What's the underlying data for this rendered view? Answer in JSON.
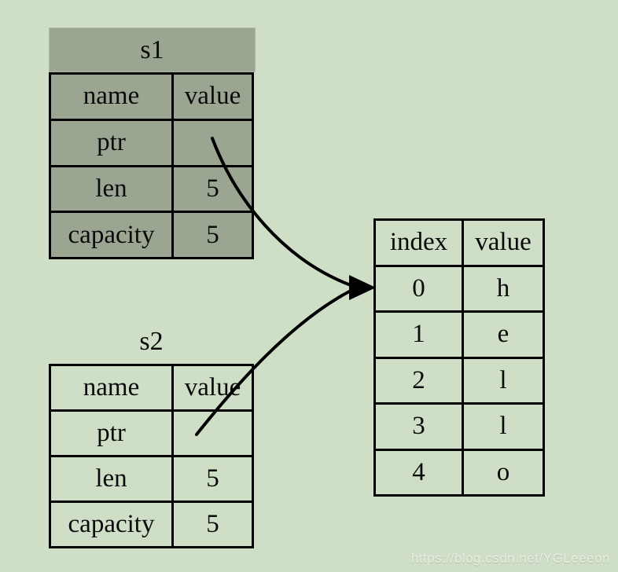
{
  "colors": {
    "bg": "#cfdec6",
    "s1-fill": "#9ba692",
    "line": "#000000",
    "watermark": "rgba(255,255,255,0.66)"
  },
  "watermark": "https://blog.csdn.net/YGLeeeon",
  "s1": {
    "title": "s1",
    "header": [
      "name",
      "value"
    ],
    "rows": [
      [
        "ptr",
        ""
      ],
      [
        "len",
        "5"
      ],
      [
        "capacity",
        "5"
      ]
    ]
  },
  "s2": {
    "title": "s2",
    "header": [
      "name",
      "value"
    ],
    "rows": [
      [
        "ptr",
        ""
      ],
      [
        "len",
        "5"
      ],
      [
        "capacity",
        "5"
      ]
    ]
  },
  "heap": {
    "header": [
      "index",
      "value"
    ],
    "rows": [
      [
        "0",
        "h"
      ],
      [
        "1",
        "e"
      ],
      [
        "2",
        "l"
      ],
      [
        "3",
        "l"
      ],
      [
        "4",
        "o"
      ]
    ]
  }
}
